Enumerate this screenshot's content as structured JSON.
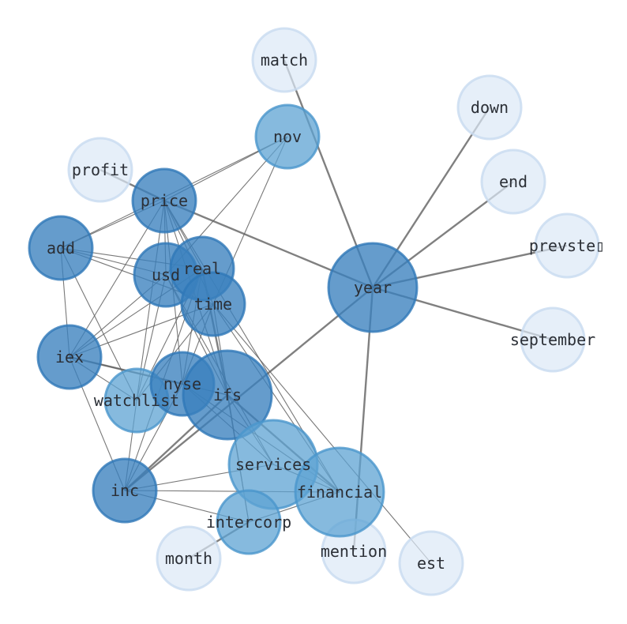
{
  "colors": {
    "light": "#dce8f6",
    "mid": "#6aaad6",
    "dark": "#3a80be",
    "edge": "#606060"
  },
  "nodes": [
    {
      "id": "match",
      "label": "match",
      "tone": "light"
    },
    {
      "id": "down",
      "label": "down",
      "tone": "light"
    },
    {
      "id": "end",
      "label": "end",
      "tone": "light"
    },
    {
      "id": "prevste",
      "label": "prevste▯",
      "tone": "light"
    },
    {
      "id": "september",
      "label": "september",
      "tone": "light"
    },
    {
      "id": "profit",
      "label": "profit",
      "tone": "light"
    },
    {
      "id": "month",
      "label": "month",
      "tone": "light"
    },
    {
      "id": "mention",
      "label": "mention",
      "tone": "light"
    },
    {
      "id": "est",
      "label": "est",
      "tone": "light"
    },
    {
      "id": "nov",
      "label": "nov",
      "tone": "mid"
    },
    {
      "id": "price",
      "label": "price",
      "tone": "dark"
    },
    {
      "id": "add",
      "label": "add",
      "tone": "dark"
    },
    {
      "id": "usd",
      "label": "usd",
      "tone": "dark"
    },
    {
      "id": "real",
      "label": "real",
      "tone": "dark"
    },
    {
      "id": "time",
      "label": "time",
      "tone": "dark"
    },
    {
      "id": "iex",
      "label": "iex",
      "tone": "dark"
    },
    {
      "id": "watchlist",
      "label": "watchlist",
      "tone": "mid"
    },
    {
      "id": "nyse",
      "label": "nyse",
      "tone": "dark"
    },
    {
      "id": "ifs",
      "label": "ifs",
      "tone": "dark"
    },
    {
      "id": "services",
      "label": "services",
      "tone": "mid"
    },
    {
      "id": "financial",
      "label": "financial",
      "tone": "mid"
    },
    {
      "id": "inc",
      "label": "inc",
      "tone": "dark"
    },
    {
      "id": "intercorp",
      "label": "intercorp",
      "tone": "mid"
    },
    {
      "id": "year",
      "label": "year",
      "tone": "dark"
    }
  ],
  "edges": [
    [
      "year",
      "match",
      2
    ],
    [
      "year",
      "down",
      2
    ],
    [
      "year",
      "end",
      2
    ],
    [
      "year",
      "prevste",
      2
    ],
    [
      "year",
      "september",
      2
    ],
    [
      "year",
      "mention",
      2
    ],
    [
      "year",
      "price",
      2
    ],
    [
      "year",
      "inc",
      2
    ],
    [
      "profit",
      "price",
      2
    ],
    [
      "month",
      "intercorp",
      2
    ],
    [
      "est",
      "time",
      1
    ],
    [
      "nov",
      "price",
      1
    ],
    [
      "nov",
      "add",
      1
    ],
    [
      "nov",
      "usd",
      1
    ],
    [
      "nov",
      "time",
      1
    ],
    [
      "price",
      "add",
      1
    ],
    [
      "price",
      "usd",
      1
    ],
    [
      "price",
      "real",
      1
    ],
    [
      "price",
      "time",
      1
    ],
    [
      "price",
      "iex",
      1
    ],
    [
      "price",
      "watchlist",
      1
    ],
    [
      "price",
      "nyse",
      1
    ],
    [
      "price",
      "ifs",
      1
    ],
    [
      "price",
      "financial",
      1
    ],
    [
      "add",
      "usd",
      1
    ],
    [
      "add",
      "real",
      1
    ],
    [
      "add",
      "time",
      1
    ],
    [
      "add",
      "iex",
      1
    ],
    [
      "add",
      "watchlist",
      1
    ],
    [
      "usd",
      "iex",
      1
    ],
    [
      "usd",
      "watchlist",
      1
    ],
    [
      "usd",
      "ifs",
      1
    ],
    [
      "usd",
      "services",
      1
    ],
    [
      "real",
      "iex",
      1
    ],
    [
      "real",
      "watchlist",
      1
    ],
    [
      "real",
      "ifs",
      2
    ],
    [
      "real",
      "nyse",
      1
    ],
    [
      "real",
      "inc",
      1
    ],
    [
      "time",
      "iex",
      1
    ],
    [
      "time",
      "watchlist",
      1
    ],
    [
      "time",
      "nyse",
      1
    ],
    [
      "time",
      "financial",
      1
    ],
    [
      "time",
      "intercorp",
      1
    ],
    [
      "iex",
      "nyse",
      2
    ],
    [
      "iex",
      "ifs",
      1
    ],
    [
      "iex",
      "inc",
      1
    ],
    [
      "iex",
      "watchlist",
      1
    ],
    [
      "nyse",
      "ifs",
      1
    ],
    [
      "nyse",
      "services",
      1
    ],
    [
      "nyse",
      "financial",
      1
    ],
    [
      "nyse",
      "inc",
      1
    ],
    [
      "ifs",
      "services",
      1
    ],
    [
      "ifs",
      "financial",
      2
    ],
    [
      "ifs",
      "inc",
      2
    ],
    [
      "ifs",
      "intercorp",
      1
    ],
    [
      "inc",
      "services",
      1
    ],
    [
      "inc",
      "financial",
      1
    ],
    [
      "inc",
      "intercorp",
      1
    ],
    [
      "watchlist",
      "inc",
      1
    ],
    [
      "services",
      "financial",
      1
    ],
    [
      "intercorp",
      "financial",
      1
    ]
  ]
}
